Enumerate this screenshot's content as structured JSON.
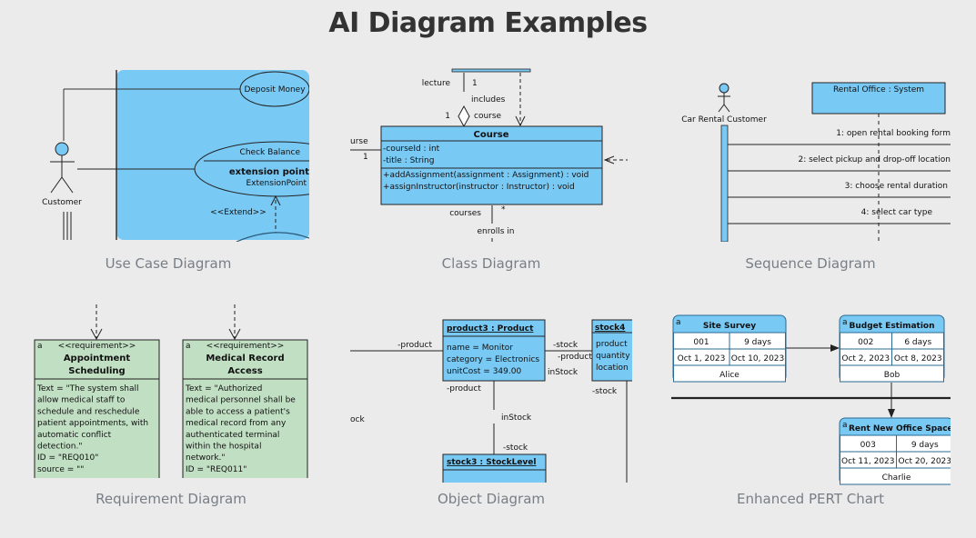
{
  "page": {
    "title": "AI Diagram Examples"
  },
  "colors": {
    "background": "#ebebeb",
    "uml_blue": "#79c9f5",
    "req_green": "#c1dfc3",
    "caption": "#787e86",
    "title": "#333333"
  },
  "cards": [
    {
      "caption": "Use Case Diagram",
      "actor": "Customer",
      "use_cases": [
        "Deposit Money",
        "Check Balance"
      ],
      "extension_header": "extension point",
      "extension_value": "ExtensionPoint",
      "extend_label": "<<Extend>>"
    },
    {
      "caption": "Class Diagram",
      "labels": {
        "lecture": "lecture",
        "mult_top": "1",
        "includes": "includes",
        "mult_agg": "1",
        "course_role": "course",
        "left_role": "urse",
        "left_mult": "1",
        "courses": "courses",
        "star": "*",
        "enrolls": "enrolls in"
      },
      "class_name": "Course",
      "attributes": [
        "-courseId : int",
        "-title : String"
      ],
      "operations": [
        "+addAssignment(assignment : Assignment) : void",
        "+assignInstructor(instructor : Instructor) : void"
      ]
    },
    {
      "caption": "Sequence Diagram",
      "actor": "Car Rental Customer",
      "lifeline": "Rental Office : System",
      "messages": [
        "1: open rental booking form",
        "2: select pickup and drop-off location",
        "3: choose rental duration",
        "4: select car type"
      ]
    },
    {
      "caption": "Requirement Diagram",
      "requirements": [
        {
          "icon": "a",
          "stereotype": "<<requirement>>",
          "name_lines": [
            "Appointment",
            "Scheduling"
          ],
          "text_lines": [
            "Text = \"The system shall",
            "allow medical staff to",
            "schedule and reschedule",
            "patient appointments, with",
            "automatic conflict",
            "detection.\"",
            "ID = \"REQ010\"",
            "source = \"\""
          ]
        },
        {
          "icon": "a",
          "stereotype": "<<requirement>>",
          "name_lines": [
            "Medical Record",
            "Access"
          ],
          "text_lines": [
            "Text = \"Authorized",
            "medical personnel shall be",
            " able to access a patient's",
            "medical record from any",
            "authenticated terminal",
            "within the hospital",
            "network.\"",
            "ID = \"REQ011\""
          ]
        }
      ]
    },
    {
      "caption": "Object Diagram",
      "objects": [
        {
          "name": "product3 : Product",
          "slots": [
            "name = Monitor",
            "category = Electronics",
            "unitCost = 349.00"
          ]
        },
        {
          "name": "stock4",
          "slots": [
            "product",
            "quantity",
            "location"
          ]
        },
        {
          "name": "stock3 : StockLevel",
          "slots": []
        }
      ],
      "labels": {
        "product_left": "-product",
        "stock_right": "-stock",
        "product_right": "-product",
        "instock_right": "inStock",
        "product_below": "-product",
        "instock_mid": "inStock",
        "stock_low": "-stock",
        "ock_left": "ock",
        "stock4_below": "-stock"
      }
    },
    {
      "caption": "Enhanced PERT Chart",
      "tasks": [
        {
          "name": "Site Survey",
          "id": "001",
          "duration": "9 days",
          "start": "Oct 1, 2023",
          "end": "Oct 10, 2023",
          "owner": "Alice"
        },
        {
          "name": "Budget Estimation",
          "id": "002",
          "duration": "6 days",
          "start": "Oct 2, 2023",
          "end": "Oct 8, 2023",
          "owner": "Bob"
        },
        {
          "name": "Rent New Office Space",
          "id": "003",
          "duration": "9 days",
          "start": "Oct 11, 2023",
          "end": "Oct 20, 2023",
          "owner": "Charlie"
        }
      ]
    }
  ]
}
